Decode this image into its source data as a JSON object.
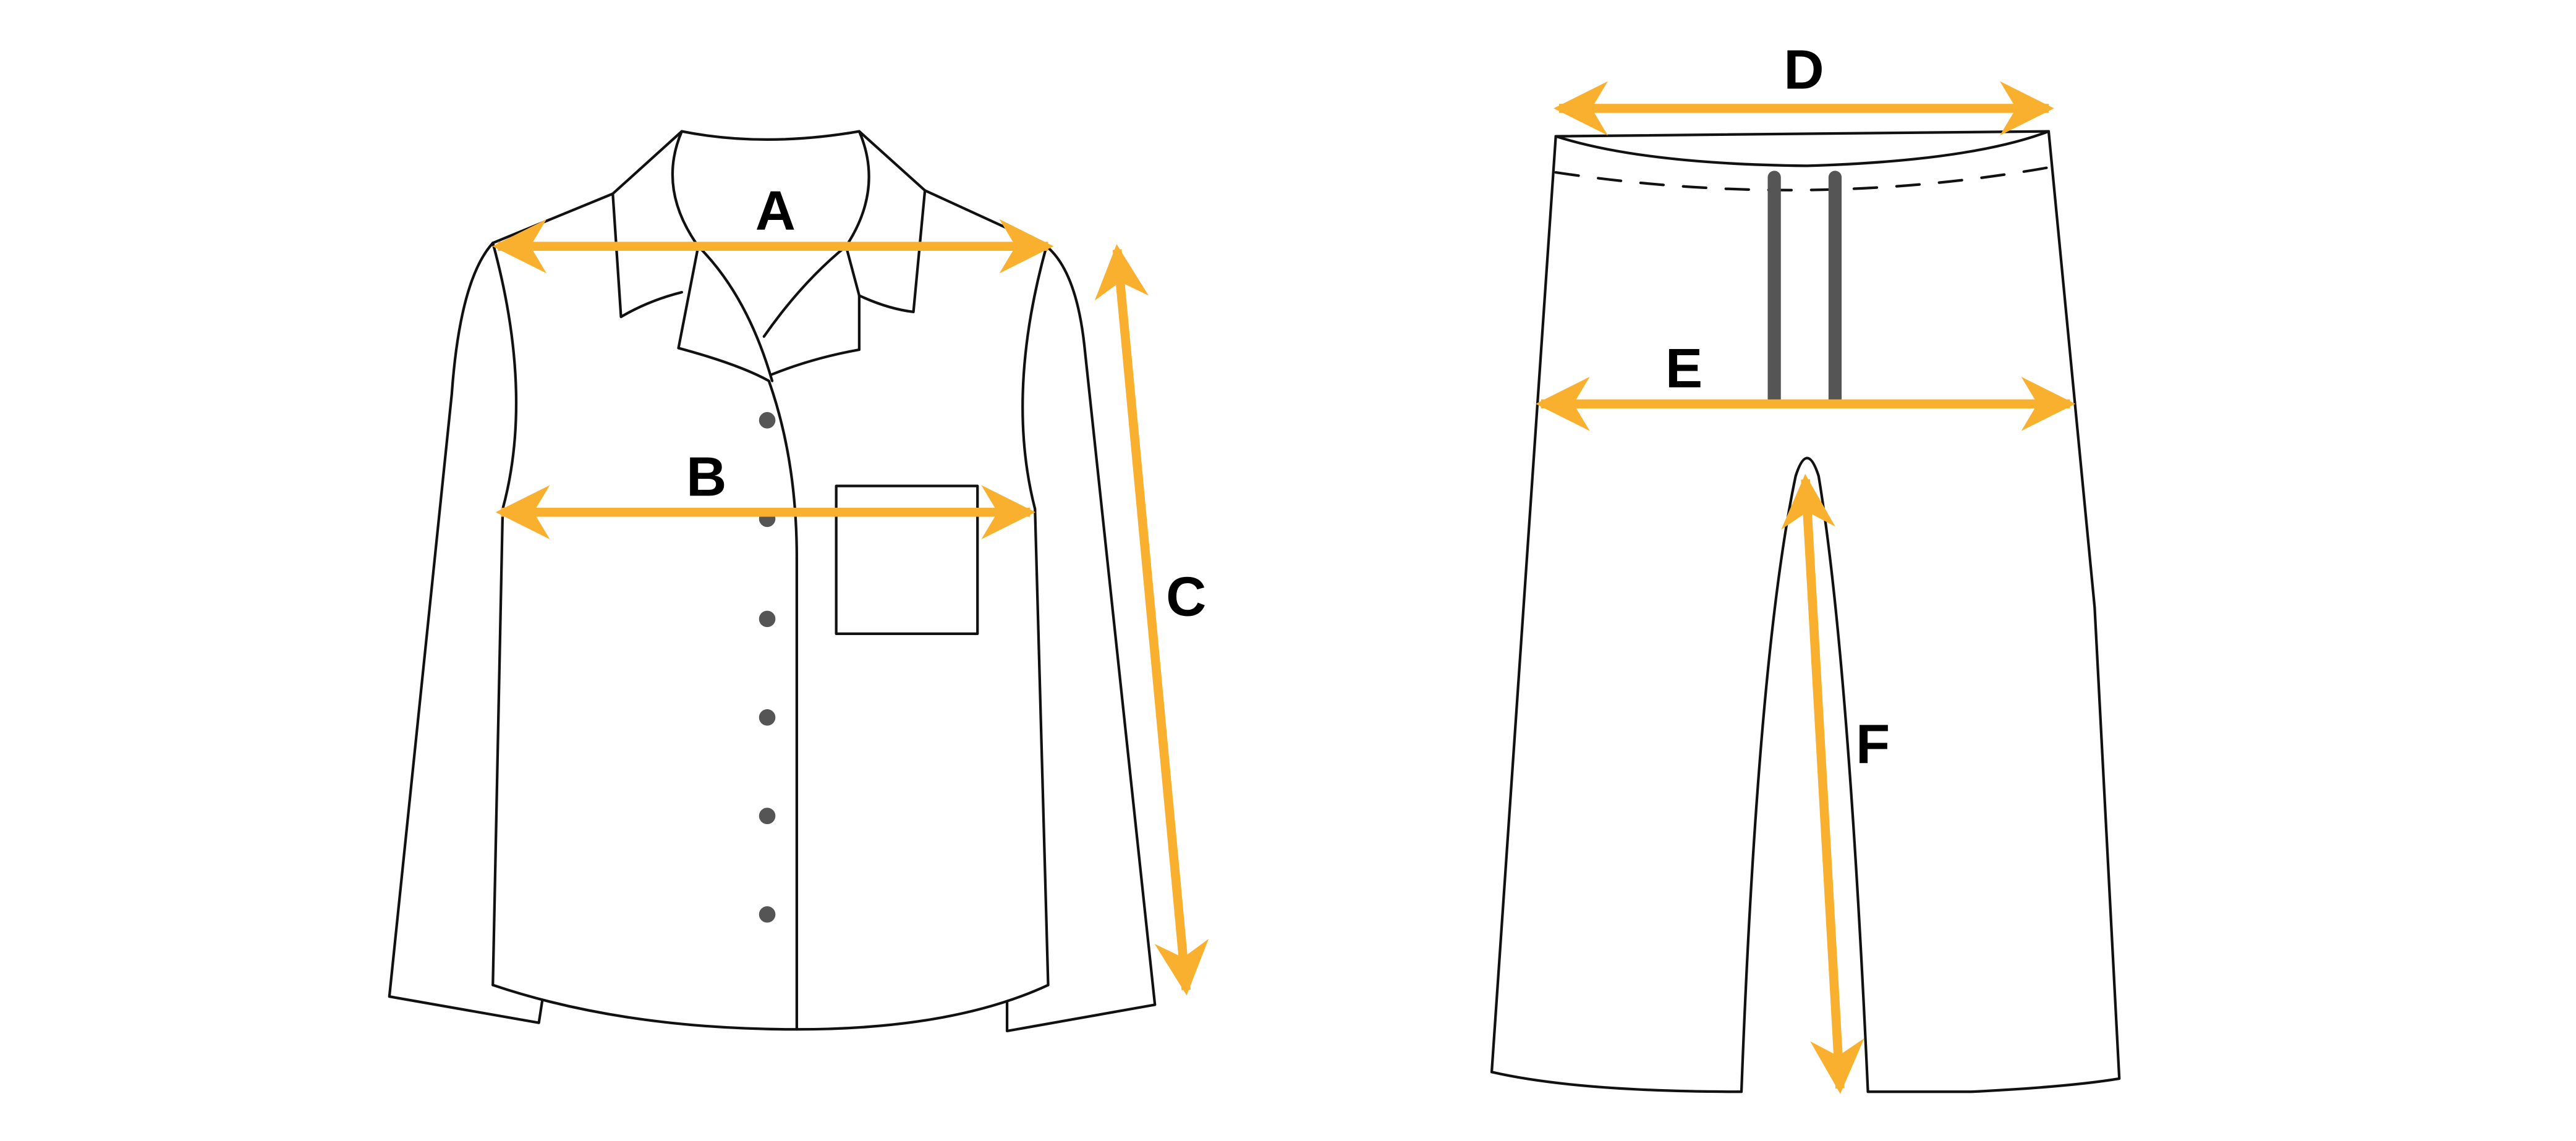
{
  "diagram": {
    "accent_color": "#F8B02E",
    "shirt": {
      "labels": {
        "A": "A",
        "B": "B",
        "C": "C"
      }
    },
    "pants": {
      "labels": {
        "D": "D",
        "E": "E",
        "F": "F"
      }
    }
  }
}
